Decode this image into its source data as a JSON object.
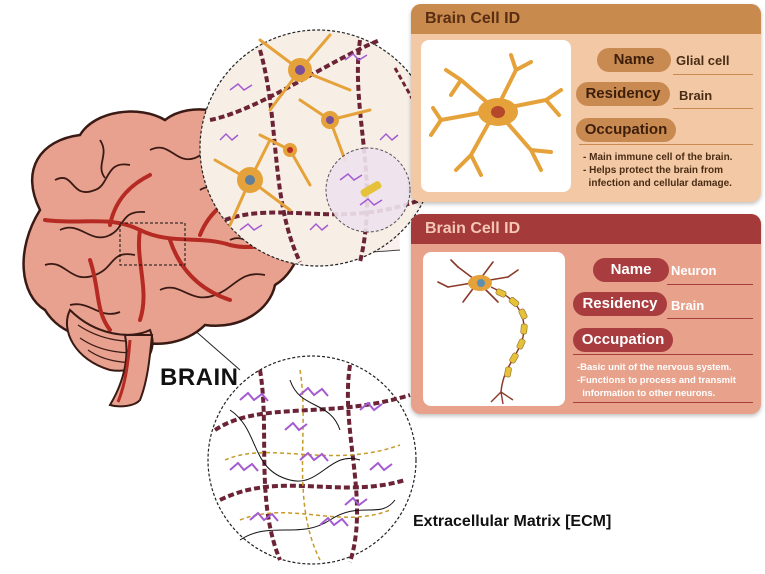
{
  "brain_label": "BRAIN",
  "ecm_label": "Extracellular Matrix [ECM]",
  "glial_card": {
    "header": "Brain Cell ID",
    "name_label": "Name",
    "name_value": "Glial cell",
    "residency_label": "Residency",
    "residency_value": "Brain",
    "occupation_label": "Occupation",
    "notes": [
      "- Main immune cell of the brain.",
      "- Helps protect the brain from",
      "  infection and cellular damage."
    ]
  },
  "neuron_card": {
    "header": "Brain Cell ID",
    "name_label": "Name",
    "name_value": "Neuron",
    "residency_label": "Residency",
    "residency_value": "Brain",
    "occupation_label": "Occupation",
    "notes": [
      "-Basic unit of the nervous system.",
      "-Functions to process and transmit",
      "  information to other neurons."
    ]
  },
  "colors": {
    "glial_card_bg": "#f3c9a5",
    "glial_header": "#c98a4e",
    "neuron_card_bg": "#e8a28c",
    "neuron_header": "#a53a3a",
    "brain_fill": "#e8a08f",
    "vessel": "#b52a22"
  }
}
